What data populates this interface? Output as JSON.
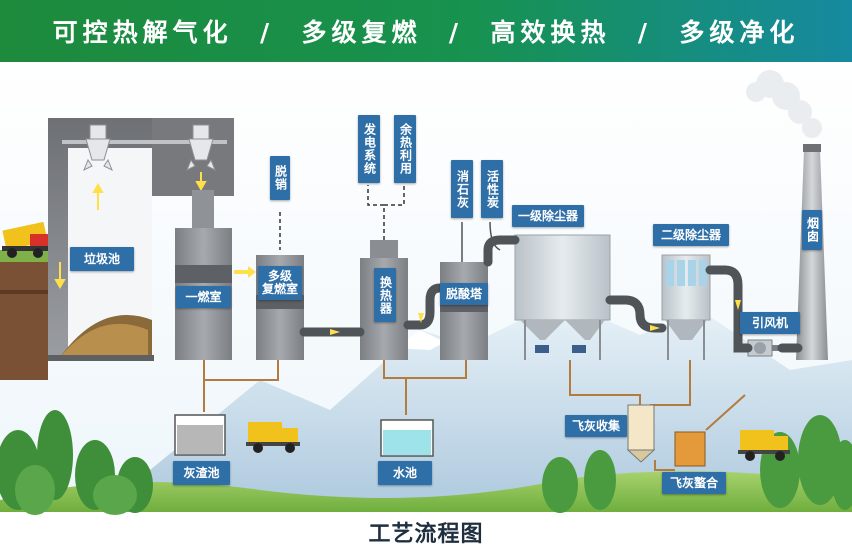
{
  "banner": {
    "text": "可控热解气化  /  多级复燃  /  高效换热  /  多级净化"
  },
  "labels": {
    "waste_pit": "垃圾池",
    "primary_chamber": "一燃室",
    "multistage_chamber": "多级\n复燃室",
    "denitration": "脱销",
    "power_system": "发电系统",
    "waste_heat": "余热利用",
    "heat_exchanger": "换热器",
    "slaked_lime": "消石灰",
    "activated_carbon": "活性炭",
    "deacid_tower": "脱酸塔",
    "dust_collector_1": "一级除尘器",
    "dust_collector_2": "二级除尘器",
    "chimney": "烟囱",
    "induced_fan": "引风机",
    "ash_slag_pool": "灰渣池",
    "water_pool": "水池",
    "fly_ash_collection": "飞灰收集",
    "fly_ash_chelation": "飞灰螯合"
  },
  "footer": {
    "title": "工艺流程图"
  },
  "colors": {
    "banner_start": "#1d8a3c",
    "banner_end": "#168aa0",
    "label_bg": "#2f6fa8",
    "equipment_gray": "#8a8e92",
    "pipe": "#4f5458",
    "flow_arrow": "#ffe04a"
  }
}
